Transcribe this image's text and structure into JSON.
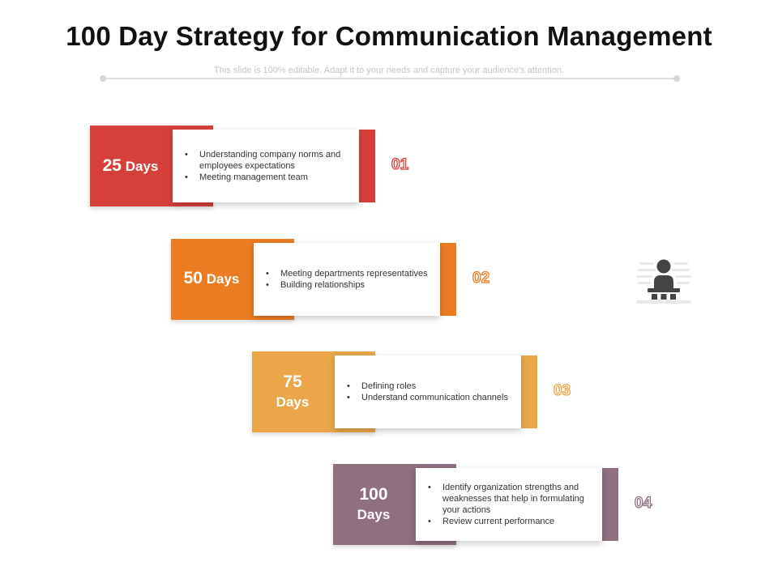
{
  "slide": {
    "title": "100 Day Strategy for Communication Management",
    "subtitle": "This slide is 100% editable. Adapt it to your needs and capture your audience's attention."
  },
  "steps": [
    {
      "number": "01",
      "days_value": "25",
      "days_unit": "Days",
      "color": "#d6403b",
      "points": [
        "Understanding company norms and employees  expectations",
        "Meeting management team"
      ]
    },
    {
      "number": "02",
      "days_value": "50",
      "days_unit": "Days",
      "color": "#ec7c22",
      "points": [
        "Meeting departments representatives",
        "Building relationships"
      ]
    },
    {
      "number": "03",
      "days_value": "75",
      "days_unit": "Days",
      "color": "#eba649",
      "points": [
        "Defining roles",
        "Understand communication channels"
      ]
    },
    {
      "number": "04",
      "days_value": "100",
      "days_unit": "Days",
      "color": "#8f6f80",
      "points": [
        "Identify organization strengths and weaknesses that help in formulating your actions",
        "Review current performance"
      ]
    }
  ],
  "icons": {
    "side_icon": "person-at-desk-icon",
    "icon_color": "#444444"
  }
}
